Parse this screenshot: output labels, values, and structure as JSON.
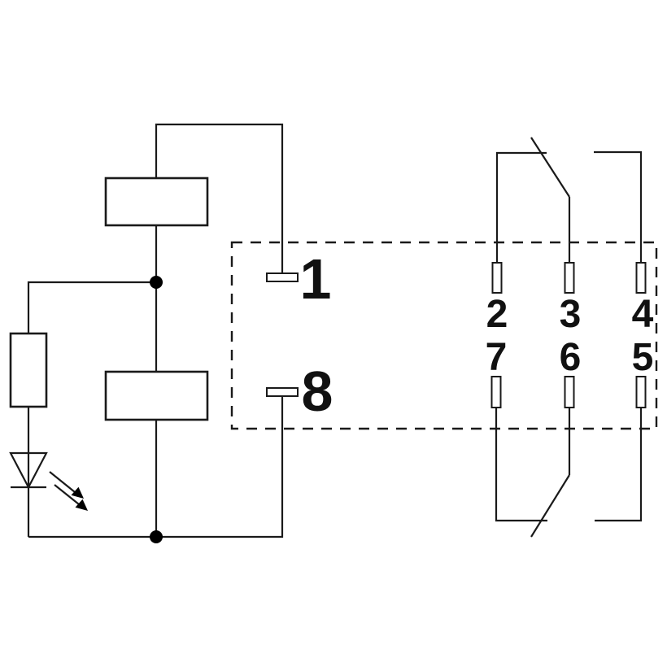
{
  "colors": {
    "background": "#ffffff",
    "line": "#1a1a1a",
    "label": "#111111"
  },
  "pins": {
    "p1": "1",
    "p2": "2",
    "p3": "3",
    "p4": "4",
    "p5": "5",
    "p6": "6",
    "p7": "7",
    "p8": "8"
  }
}
